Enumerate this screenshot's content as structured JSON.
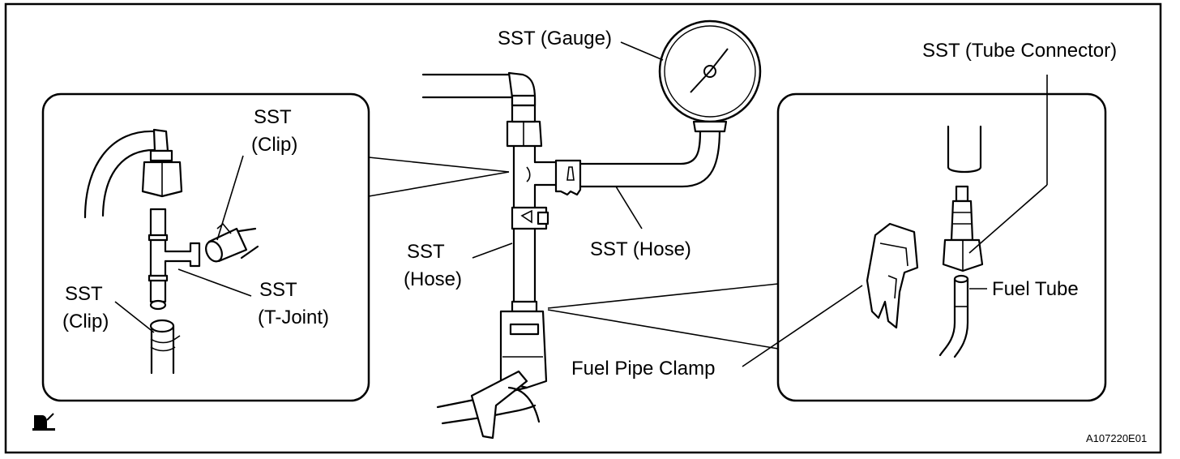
{
  "labels": {
    "gauge": "SST (Gauge)",
    "tube_connector": "SST (Tube Connector)",
    "clip_top_1": "SST",
    "clip_top_2": "(Clip)",
    "clip_bottom_1": "SST",
    "clip_bottom_2": "(Clip)",
    "tjoint_1": "SST",
    "tjoint_2": "(T-Joint)",
    "hose_left_1": "SST",
    "hose_left_2": "(Hose)",
    "hose_right": "SST (Hose)",
    "fuel_tube": "Fuel Tube",
    "fuel_pipe_clamp": "Fuel Pipe Clamp"
  },
  "figure_code": "A107220E01",
  "icons": {
    "corner_symbol": "service-tool-icon"
  }
}
